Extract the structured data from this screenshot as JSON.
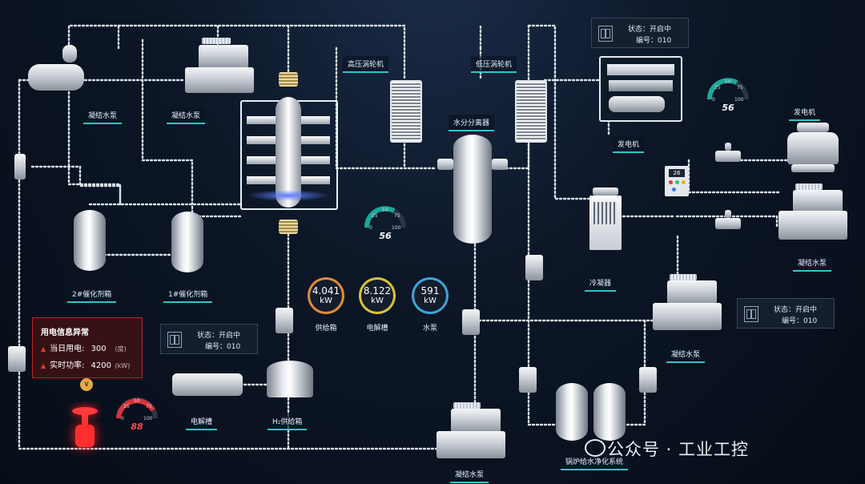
{
  "labels": {
    "cond_pump_tl1": "凝结水泵",
    "cond_pump_tl2": "凝结水泵",
    "hp_turbine": "高压涡轮机",
    "lp_turbine": "低压涡轮机",
    "separator": "水分分离器",
    "generator_top": "发电机",
    "generator_right": "发电机",
    "catalyst2": "2#催化剂箱",
    "catalyst1": "1#催化剂箱",
    "condenser": "冷凝器",
    "cond_pump_r": "凝结水泵",
    "cond_pump_mid": "凝结水泵",
    "electrolyzer": "电解槽",
    "h2_tank": "H₂供给箱",
    "cond_pump_bottom": "凝结水泵",
    "boiler_water": "锅炉给水净化系统"
  },
  "status_boxes": [
    {
      "state": "状态：开启中",
      "code": "编号：010"
    },
    {
      "state": "状态：开启中",
      "code": "编号：010"
    },
    {
      "state": "状态：开启中",
      "code": "编号：010"
    }
  ],
  "gauges": [
    {
      "value": "56",
      "ticks": [
        "0",
        "25",
        "50",
        "75",
        "100"
      ]
    },
    {
      "value": "56",
      "ticks": [
        "0",
        "25",
        "50",
        "75",
        "100"
      ]
    },
    {
      "value": "88",
      "ticks": [
        "0",
        "25",
        "50",
        "75",
        "100"
      ]
    }
  ],
  "kw_meters": [
    {
      "value": "4.041",
      "unit": "kW",
      "label": "供给箱",
      "color": "#e08a3a"
    },
    {
      "value": "8.122",
      "unit": "kW",
      "label": "电解槽",
      "color": "#d8c23a"
    },
    {
      "value": "591",
      "unit": "kW",
      "label": "水泵",
      "color": "#3aa6d8"
    }
  ],
  "alarm": {
    "title": "用电信息异常",
    "daily_label": "当日用电:",
    "daily_value": "300",
    "daily_unit": "(度)",
    "power_label": "实时功率:",
    "power_value": "4200",
    "power_unit": "(kW)"
  },
  "controller_display": "26",
  "watermark": "公众号 · 工业工控"
}
